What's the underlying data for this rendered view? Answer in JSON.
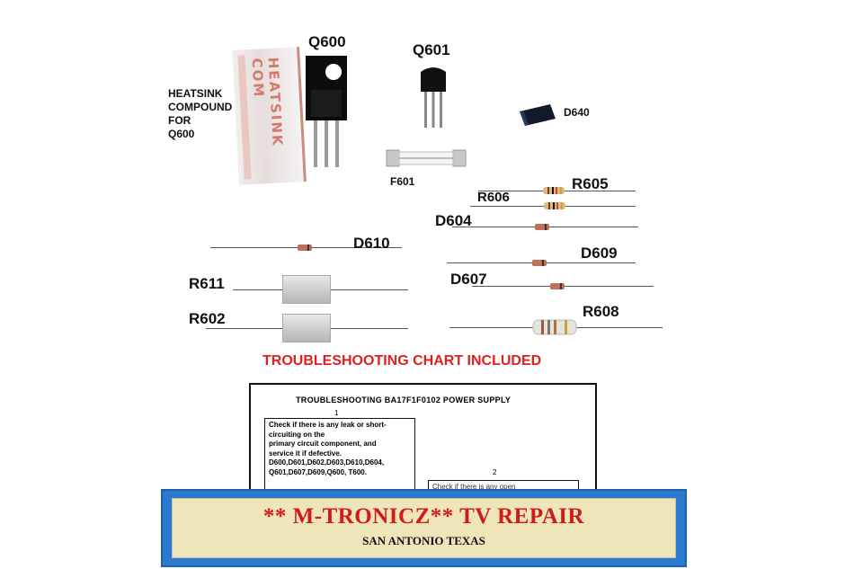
{
  "heatsink": {
    "label_lines": [
      "HEATSINK",
      "COMPOUND",
      "FOR",
      "Q600"
    ],
    "packet_text": "HEATSINK COM"
  },
  "components": {
    "q600": "Q600",
    "q601": "Q601",
    "d640": "D640",
    "f601": "F601",
    "r605": "R605",
    "r606": "R606",
    "d604": "D604",
    "d610": "D610",
    "d609": "D609",
    "d607": "D607",
    "r611": "R611",
    "r602": "R602",
    "r608": "R608"
  },
  "troubleshooting_heading": "TROUBLESHOOTING CHART INCLUDED",
  "chart_preview": {
    "title": "TROUBLESHOOTING    BA17F1F0102    POWER SUPPLY",
    "step1_number": "1",
    "step1_text": "Check if there is any leak or short-\ncircuiting on the\nprimary circuit component, and\nservice it if defective.\nD600,D601,D602,D603,D610,D604,\nQ601,D607,D609,Q600, T600.",
    "step2_number": "2",
    "step2_text": "Check if there is any open"
  },
  "banner": {
    "title": "** M-TRONICZ**  TV REPAIR",
    "subtitle": "SAN ANTONIO TEXAS",
    "colors": {
      "frame": "#2a7bd0",
      "panel": "#efe5bb",
      "title": "#d01b1b"
    }
  }
}
